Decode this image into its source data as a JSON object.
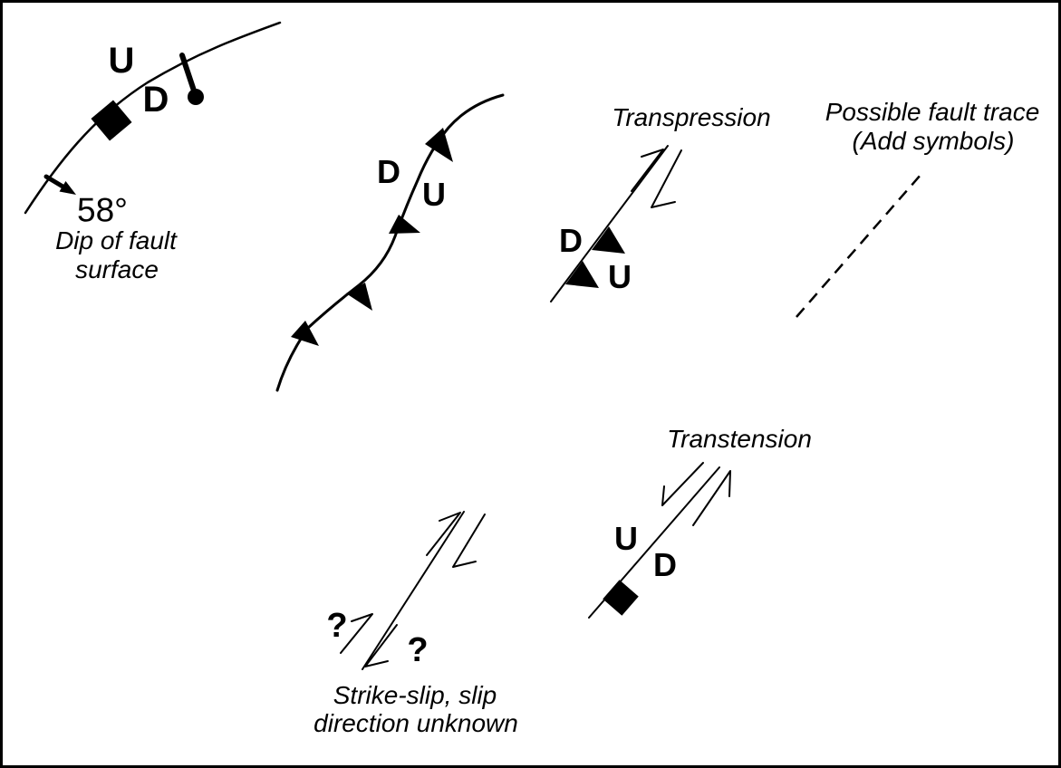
{
  "colors": {
    "ink": "#000000",
    "background": "#ffffff"
  },
  "symbols": {
    "dip": {
      "up_label": "U",
      "down_label": "D",
      "angle": "58°",
      "caption_1": "Dip of fault",
      "caption_2": "surface"
    },
    "thrust": {
      "down_label": "D",
      "up_label": "U"
    },
    "transpression": {
      "label": "Transpression",
      "down_label": "D",
      "up_label": "U"
    },
    "possible_trace": {
      "label_1": "Possible fault trace",
      "label_2": "(Add symbols)"
    },
    "strike_slip_unknown": {
      "question_left": "?",
      "question_right": "?",
      "caption_1": "Strike-slip, slip",
      "caption_2": "direction unknown"
    },
    "transtension": {
      "label": "Transtension",
      "up_label": "U",
      "down_label": "D"
    }
  }
}
